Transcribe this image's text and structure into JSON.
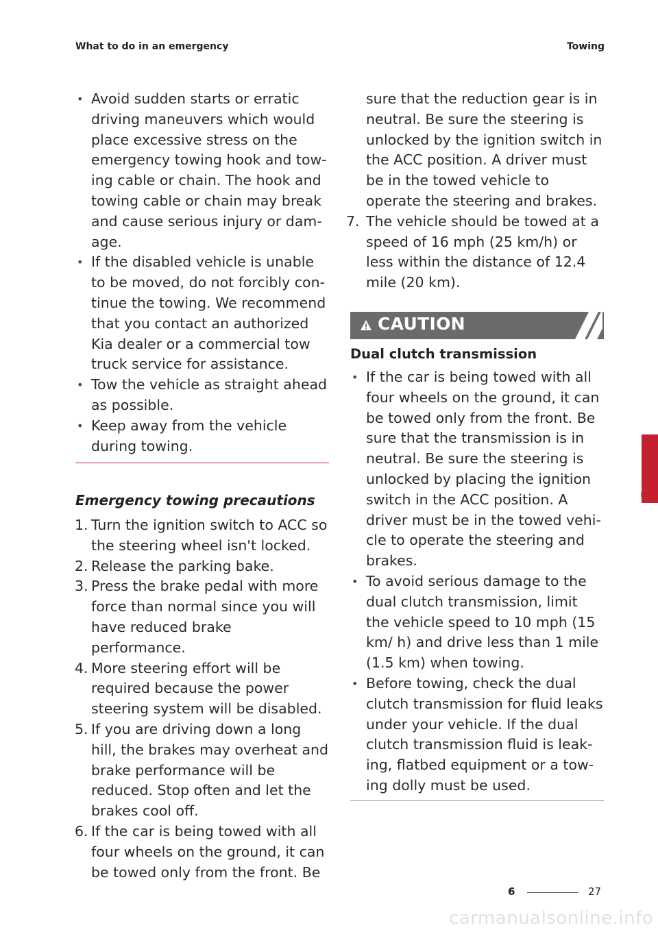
{
  "header": {
    "left": "What to do in an emergency",
    "right": "Towing"
  },
  "left_bullets": [
    "Avoid sudden starts or erratic driving maneuvers which would place excessive stress on the emergency towing hook and tow-ing cable or chain. The hook and towing cable or chain may break and cause serious injury or dam-age.",
    "If the disabled vehicle is unable to be moved, do not forcibly con-tinue the towing. We recommend that you contact an authorized Kia dealer or a commercial tow truck service for assistance.",
    "Tow the vehicle as straight ahead as possible.",
    "Keep away from the vehicle during towing."
  ],
  "precautions": {
    "heading": "Emergency towing precautions",
    "items": [
      {
        "num": "1.",
        "text": "Turn the ignition switch to ACC so the steering wheel isn't locked."
      },
      {
        "num": "2.",
        "text": "Release the parking bake."
      },
      {
        "num": "3.",
        "text": "Press the brake pedal with more force than normal since you will have reduced brake performance."
      },
      {
        "num": "4.",
        "text": "More steering effort will be required because the power steering system will be disabled."
      },
      {
        "num": "5.",
        "text": "If you are driving down a long hill, the brakes may overheat and brake performance will be reduced. Stop often and let the brakes cool off."
      },
      {
        "num": "6.",
        "text": "If the car is being towed with all four wheels on the ground, it can be towed only from the front. Be"
      }
    ],
    "item6_continued": "sure that the reduction gear is in neutral. Be sure the steering is unlocked by the ignition switch in the ACC position. A driver must be in the towed vehicle to operate the steering and brakes.",
    "item7": {
      "num": "7.",
      "text": "The vehicle should be towed at a speed of 16 mph (25 km/h) or less within the distance of 12.4 mile (20 km)."
    }
  },
  "caution": {
    "label": "CAUTION",
    "icon": "warning-triangle-icon",
    "title": "Dual clutch transmission",
    "bullets": [
      "If the car is being towed with all four wheels on the ground, it can be towed only from the front. Be sure that the transmission is in neutral. Be sure the steering is unlocked by placing the ignition switch in the ACC position. A driver must be in the towed vehi-cle to operate the steering and brakes.",
      "To avoid serious damage to the dual clutch transmission, limit the vehicle speed to 10 mph (15 km/ h) and drive less than 1 mile (1.5 km) when towing.",
      "Before towing, check the dual clutch transmission for fluid leaks under your vehicle. If the dual clutch transmission fluid is leak-ing, flatbed equipment or a tow-ing dolly must be used."
    ]
  },
  "side_tab": {
    "number": "6",
    "color": "#c4202f"
  },
  "footer": {
    "chapter": "6",
    "page": "27"
  },
  "watermark": "carmanualsonline.info"
}
